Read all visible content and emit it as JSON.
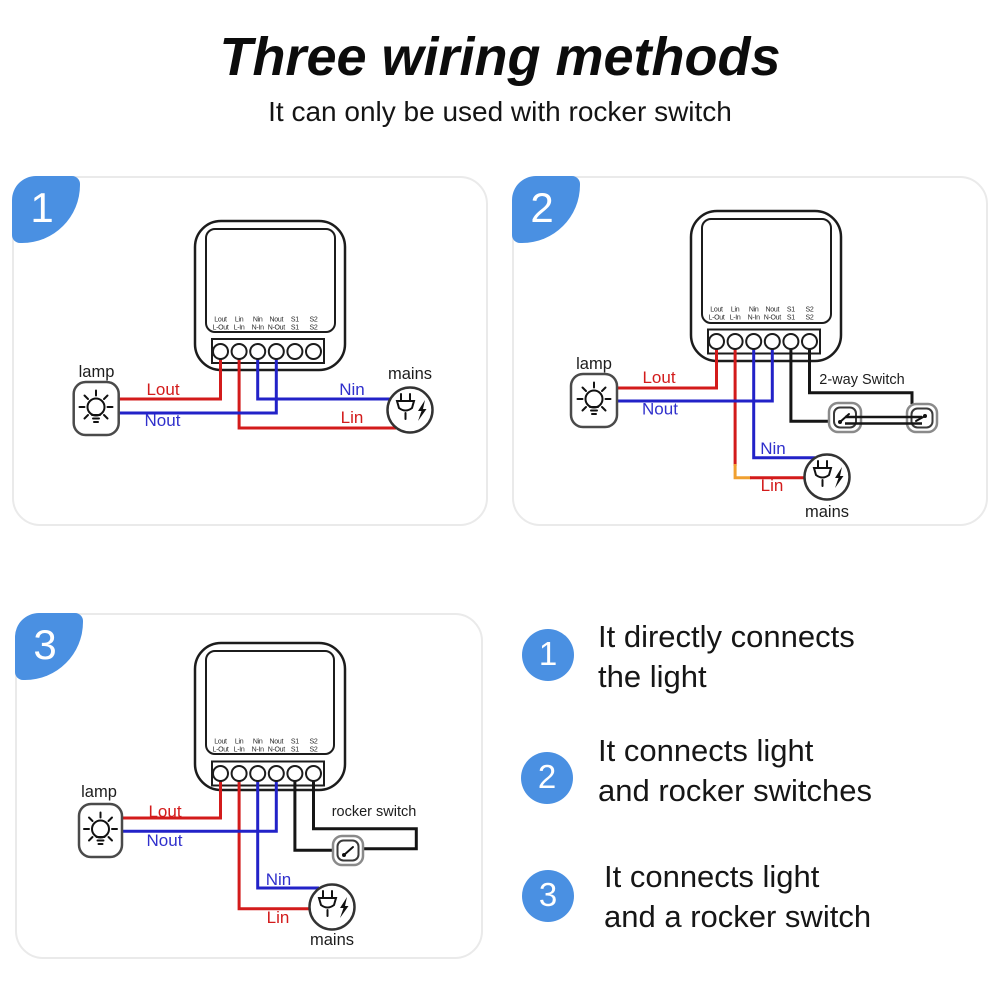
{
  "header": {
    "title": "Three wiring methods",
    "subtitle": "It can only be used with rocker switch"
  },
  "module_terminals": [
    {
      "top": "Lout",
      "bottom": "L-Out"
    },
    {
      "top": "Lin",
      "bottom": "L-In"
    },
    {
      "top": "Nin",
      "bottom": "N-In"
    },
    {
      "top": "Nout",
      "bottom": "N-Out"
    },
    {
      "top": "S1",
      "bottom": "S1"
    },
    {
      "top": "S2",
      "bottom": "S2"
    }
  ],
  "panels": [
    {
      "number": "1",
      "lamp_label": "lamp",
      "mains_label": "mains",
      "labels": {
        "lout": "Lout",
        "nout": "Nout",
        "nin": "Nin",
        "lin": "Lin"
      }
    },
    {
      "number": "2",
      "lamp_label": "lamp",
      "mains_label": "mains",
      "switch_label": "2-way Switch",
      "labels": {
        "lout": "Lout",
        "nout": "Nout",
        "nin": "Nin",
        "lin": "Lin"
      }
    },
    {
      "number": "3",
      "lamp_label": "lamp",
      "mains_label": "mains",
      "switch_label": "rocker switch",
      "labels": {
        "lout": "Lout",
        "nout": "Nout",
        "nin": "Nin",
        "lin": "Lin"
      }
    }
  ],
  "legend": {
    "items": [
      {
        "number": "1",
        "line1": "It directly connects",
        "line2": "the light"
      },
      {
        "number": "2",
        "line1": "It connects light",
        "line2": "and rocker switches"
      },
      {
        "number": "3",
        "line1": "It connects light",
        "line2": "and a rocker switch"
      }
    ]
  },
  "colors": {
    "accent_blue": "#4a90e2",
    "wire_red": "#d31b1b",
    "wire_blue": "#2222c8",
    "wire_orange": "#f0a030",
    "wire_black": "#151515"
  }
}
